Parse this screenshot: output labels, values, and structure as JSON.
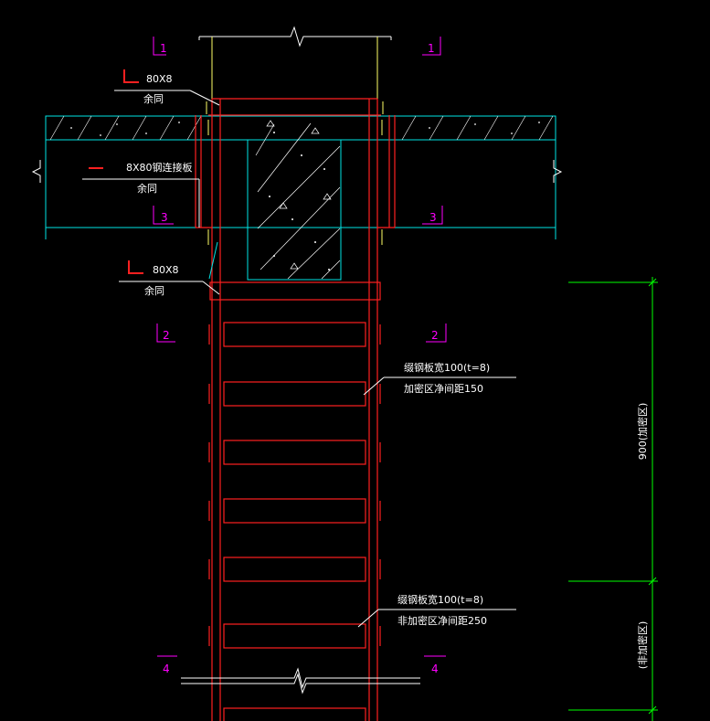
{
  "section_marks": {
    "s1_left": "1",
    "s1_right": "1",
    "s3_left": "3",
    "s3_right": "3",
    "s2_left": "2",
    "s2_right": "2",
    "s4_left": "4",
    "s4_right": "4"
  },
  "annotations": {
    "angle_top_size": "80X8",
    "angle_top_note": "余同",
    "plate_size": "8X80钢连接板",
    "plate_note": "余同",
    "angle_bottom_size": "80X8",
    "angle_bottom_note": "余同",
    "strip_dense_spec": "缀钢板宽100(t=8)",
    "strip_dense_spacing": "加密区净间距150",
    "strip_normal_spec": "缀钢板宽100(t=8)",
    "strip_normal_spacing": "非加密区净间距250"
  },
  "dimensions": {
    "dense_zone": "900(加密区)",
    "normal_zone": "(非加密区)"
  },
  "colors": {
    "steel": "#ff2020",
    "concrete_edge": "#00e5e5",
    "dimension": "#00ff00",
    "section_mark": "#ff00ff",
    "leader": "#ffffff",
    "hatch": "#ffffff",
    "column_edge": "#ffff66"
  }
}
